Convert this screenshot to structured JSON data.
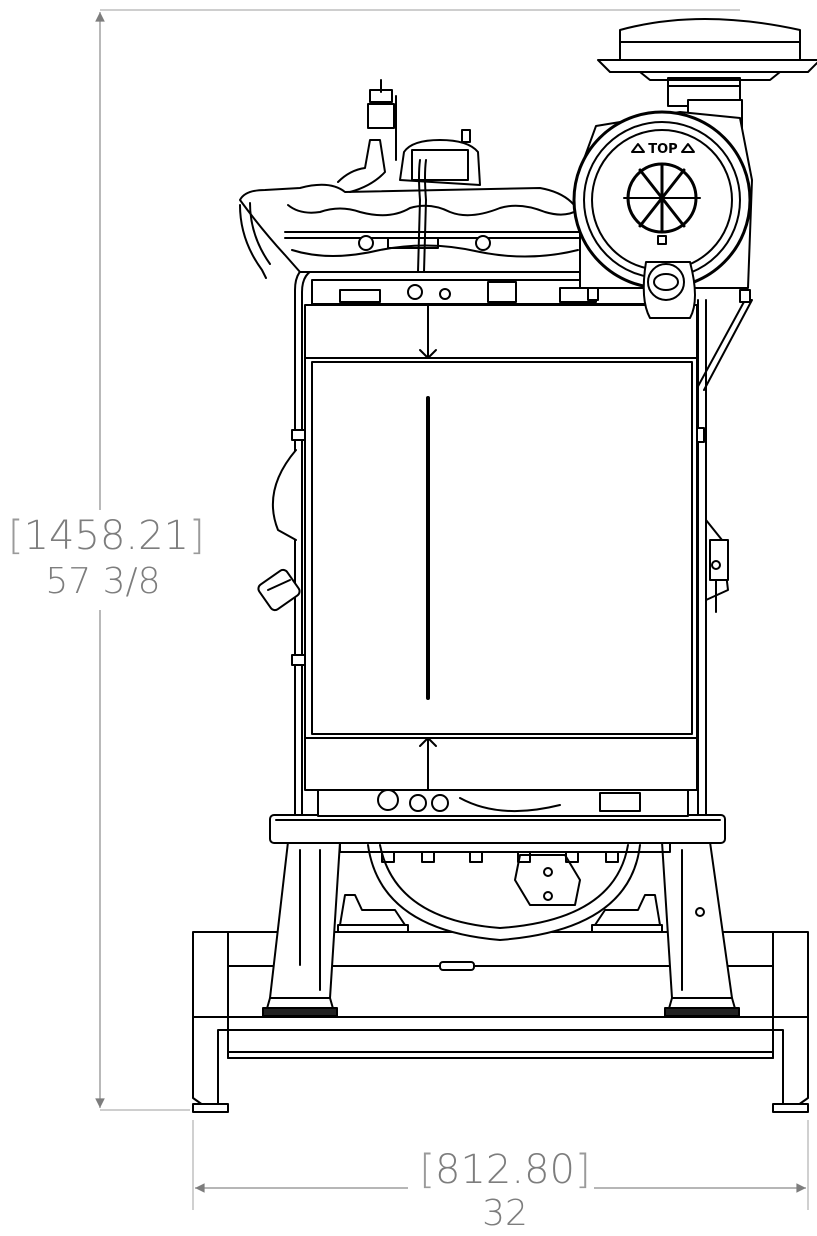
{
  "dimensions": {
    "height": {
      "mm": "1458.21",
      "in": "57 3/8"
    },
    "width": {
      "mm": "812.80",
      "in": "32"
    }
  },
  "colors": {
    "line": "#000000",
    "dimension": "#7d7d7d",
    "background": "#ffffff"
  },
  "air_filter": {
    "label": "TOP"
  }
}
